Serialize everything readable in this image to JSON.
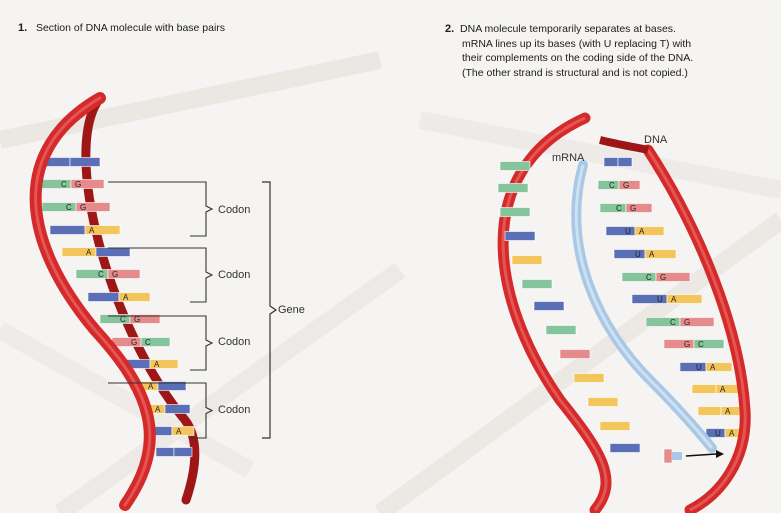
{
  "panel1": {
    "number": "1.",
    "title": "Section of DNA molecule with base pairs",
    "codon_labels": [
      "Codon",
      "Codon",
      "Codon",
      "Codon"
    ],
    "gene_label": "Gene",
    "rungs": [
      {
        "l": "",
        "r": ""
      },
      {
        "l": "C",
        "r": "G"
      },
      {
        "l": "C",
        "r": "G"
      },
      {
        "l": "",
        "r": "A"
      },
      {
        "l": "A",
        "r": ""
      },
      {
        "l": "C",
        "r": "G"
      },
      {
        "l": "",
        "r": "A"
      },
      {
        "l": "C",
        "r": "G"
      },
      {
        "l": "G",
        "r": "C"
      },
      {
        "l": "",
        "r": "A"
      },
      {
        "l": "A",
        "r": ""
      },
      {
        "l": "A",
        "r": ""
      },
      {
        "l": "",
        "r": "A"
      },
      {
        "l": "",
        "r": ""
      }
    ]
  },
  "panel2": {
    "number": "2.",
    "title_lines": [
      "DNA molecule temporarily separates at bases.",
      "mRNA lines up its bases (with U replacing T) with",
      "their complements on the coding side of the DNA.",
      "(The other strand is structural and is not copied.)"
    ],
    "dna_label": "DNA",
    "mrna_label": "mRNA",
    "pairs": [
      {
        "l": "",
        "r": ""
      },
      {
        "l": "C",
        "r": "G"
      },
      {
        "l": "C",
        "r": "G"
      },
      {
        "l": "U",
        "r": "A"
      },
      {
        "l": "U",
        "r": "A"
      },
      {
        "l": "C",
        "r": "G"
      },
      {
        "l": "U",
        "r": "A"
      },
      {
        "l": "C",
        "r": "G"
      },
      {
        "l": "G",
        "r": "C"
      },
      {
        "l": "U",
        "r": "A"
      },
      {
        "l": "",
        "r": "A"
      },
      {
        "l": "",
        "r": "A"
      },
      {
        "l": "U",
        "r": "A"
      }
    ]
  },
  "colors": {
    "backbone": "#d42a2a",
    "backbone_dark": "#9e1616",
    "mrna": "#a9c8e6",
    "base_C": "#86c49c",
    "base_G": "#e58b8b",
    "base_A": "#f2c65c",
    "base_TU": "#5a6fb5"
  }
}
